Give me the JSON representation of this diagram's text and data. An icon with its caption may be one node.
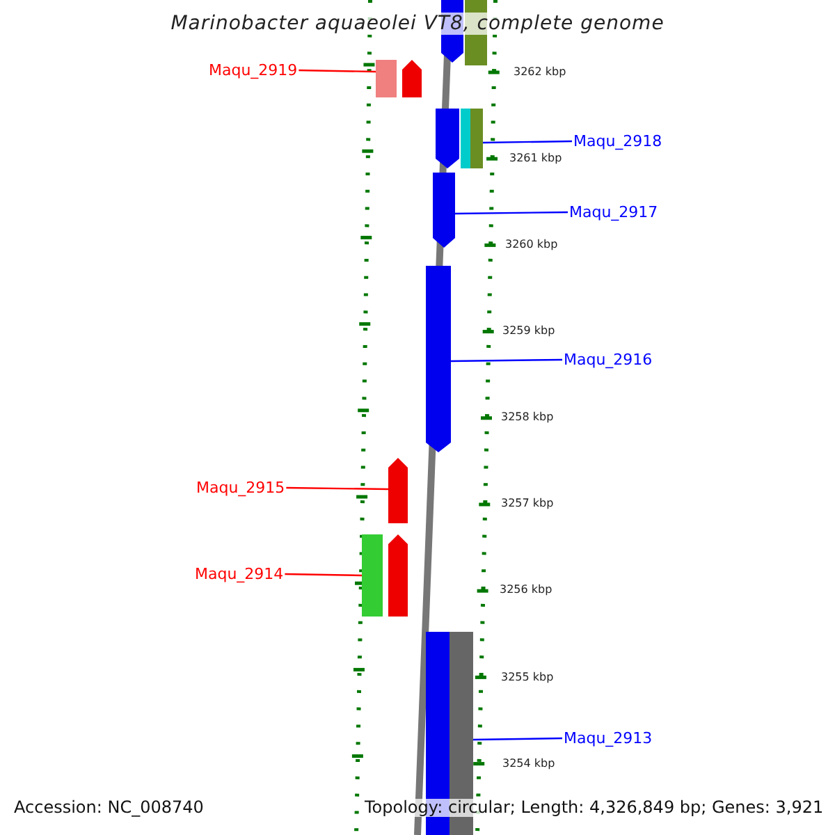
{
  "diagram": {
    "title": "Marinobacter aquaeolei VT8, complete genome",
    "nodes": [
      {
        "text": [],
        "shape": "arrow"
      },
      {
        "text": [],
        "shape": "box"
      },
      {
        "text": [
          "Maqu_2919"
        ]
      },
      {
        "text": [],
        "shape": "box"
      },
      {
        "text": [],
        "shape": "arrow"
      },
      {
        "text": [],
        "shape": "arrow"
      },
      {
        "text": [],
        "shape": "box"
      },
      {
        "text": [],
        "shape": "box"
      },
      {
        "text": [
          "Maqu_2918"
        ]
      },
      {
        "text": [
          "Maqu_2917"
        ]
      },
      {
        "text": [],
        "shape": "arrow"
      },
      {
        "text": [],
        "shape": "arrow"
      },
      {
        "text": [
          "Maqu_2916"
        ]
      },
      {
        "text": [
          "Maqu_2915"
        ]
      },
      {
        "text": [],
        "shape": "arrow"
      },
      {
        "text": [
          "Maqu_2914"
        ]
      },
      {
        "text": [],
        "shape": "box"
      },
      {
        "text": [],
        "shape": "arrow"
      },
      {
        "text": [],
        "shape": "box"
      },
      {
        "text": [],
        "shape": "box"
      },
      {
        "text": [
          "Maqu_2913"
        ]
      }
    ],
    "edges": [
      {
        "from": 2,
        "to": 3,
        "arrow": "none",
        "color": "#ff0000"
      },
      {
        "from": 8,
        "to": 7,
        "arrow": "none"
      },
      {
        "from": 9,
        "to": 10,
        "arrow": "none"
      },
      {
        "from": 12,
        "to": 11,
        "arrow": "none"
      },
      {
        "from": 13,
        "to": 14,
        "arrow": "none",
        "color": "#ff0000"
      },
      {
        "from": 15,
        "to": 16,
        "arrow": "none",
        "color": "#ff0000"
      },
      {
        "from": 20,
        "to": 19,
        "arrow": "none"
      }
    ],
    "labels": [
      "3262 kbp",
      "3261 kbp",
      "3260 kbp",
      "3259 kbp",
      "3258 kbp",
      "3257 kbp",
      "3256 kbp",
      "3255 kbp",
      "3254 kbp",
      "Accession: NC_008740",
      "Topology: circular; Length: 4,326,849 bp; Genes: 3,921"
    ]
  }
}
